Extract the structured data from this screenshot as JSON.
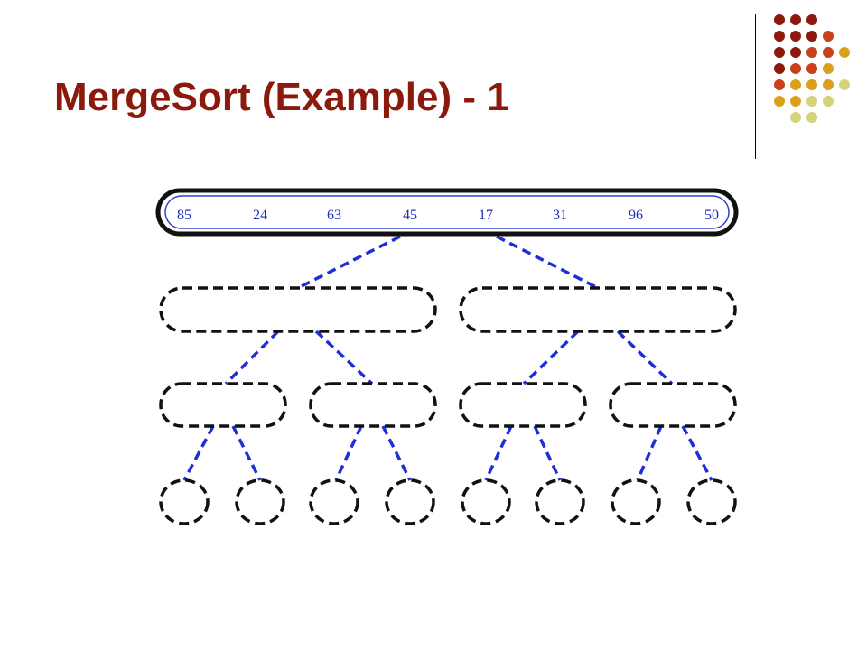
{
  "title": "MergeSort (Example) - 1",
  "colors": {
    "title": "#8b1a0c",
    "tree_outline": "#111111",
    "tree_edge": "#1f2fd8",
    "root_inner_outline": "#3340cc",
    "number_text": "#1f2fb8"
  },
  "decoration": {
    "dot_palette": [
      "#8b1a0c",
      "#c9411a",
      "#d9a01c",
      "#d4d27a"
    ],
    "dot_rows": [
      [
        0,
        0,
        0
      ],
      [
        0,
        0,
        0,
        1
      ],
      [
        0,
        0,
        1,
        1,
        2
      ],
      [
        0,
        1,
        1,
        2
      ],
      [
        1,
        2,
        2,
        2,
        3
      ],
      [
        2,
        2,
        3,
        3
      ],
      [
        3,
        3
      ]
    ]
  },
  "input_sequence": [
    "85",
    "24",
    "63",
    "45",
    "17",
    "31",
    "96",
    "50"
  ]
}
